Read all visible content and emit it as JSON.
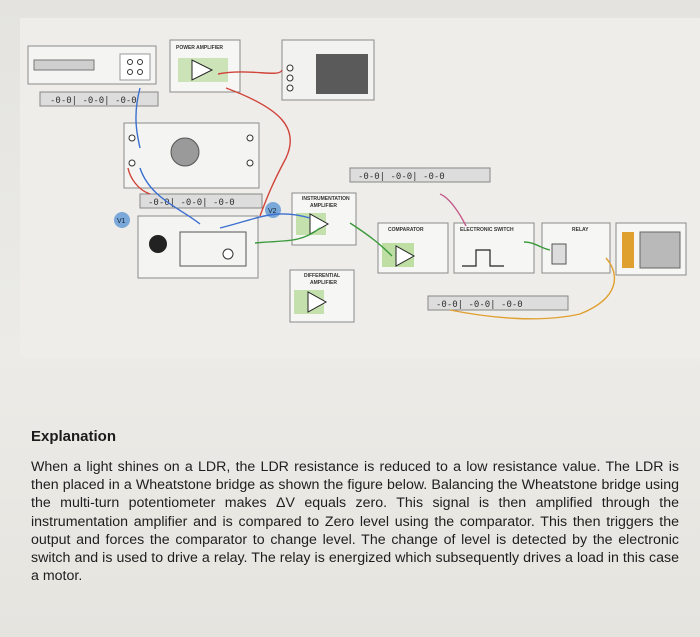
{
  "diagram": {
    "module_labels": {
      "power_amplifier": "POWER AMPLIFIER",
      "instrumentation_amplifier_line1": "INSTRUMENTATION",
      "instrumentation_amplifier_line2": "AMPLIFIER",
      "differential_amplifier_line1": "DIFFERENTIAL",
      "differential_amplifier_line2": "AMPLIFIER",
      "comparator": "COMPARATOR",
      "electronic_switch": "ELECTRONIC SWITCH",
      "relay": "RELAY",
      "probe_v1": "V1",
      "probe_v2": "V2"
    }
  },
  "explanation": {
    "title": "Explanation",
    "body": "When a light shines on a LDR, the LDR resistance is reduced to a low resistance value. The LDR is then placed in a Wheatstone bridge as shown the figure below. Balancing the Wheatstone bridge using the multi-turn potentiometer makes ΔV equals zero. This signal is then amplified through the instrumentation amplifier and is compared to Zero level using the comparator. This then triggers the output and forces the comparator to change level. The change of level is detected by the electronic switch and is used to drive a relay. The relay is energized which subsequently drives a load in this case a motor."
  },
  "colors": {
    "wire_red": "#d0443a",
    "wire_blue": "#3b6fd0",
    "wire_green": "#3a9a3a",
    "wire_orange": "#e0a030",
    "wire_pink": "#c45a8a",
    "module_green": "#7bc043",
    "motor_gray": "#b9b9b9"
  }
}
